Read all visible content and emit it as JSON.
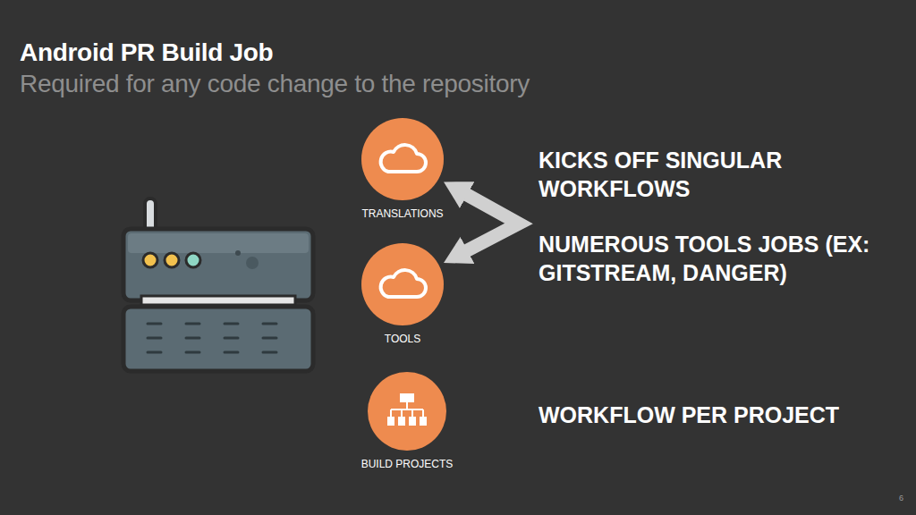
{
  "diagram": {
    "title": "Android PR Build Job",
    "nodes": [
      {
        "text": [
          "TRANSLATIONS"
        ]
      },
      {
        "text": [
          "TOOLS"
        ]
      },
      {
        "text": [
          "BUILD PROJECTS"
        ]
      }
    ],
    "edges": [
      {
        "from": 0,
        "to": 1,
        "arrow": "both"
      }
    ],
    "labels": [
      "Required for any code change to the repository",
      "KICKS OFF SINGULAR WORKFLOWS",
      "NUMEROUS TOOLS JOBS (EX: GITSTREAM, DANGER)",
      "WORKFLOW PER PROJECT",
      "6"
    ]
  }
}
